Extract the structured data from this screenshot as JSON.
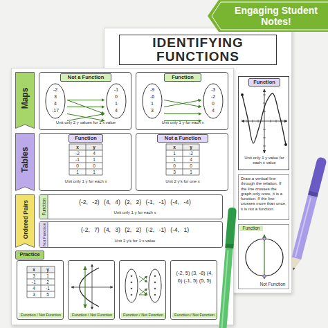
{
  "diagram": {
    "nodes": [
      {
        "text": [
          "Engaging Student Notes!"
        ]
      },
      {
        "text": [
          "IDENTIFYING FUNCTIONS"
        ]
      },
      {
        "text": [
          "Function",
          "Unit only 1 y value for each x value"
        ]
      },
      {
        "text": [
          "Draw a vertical line through the relation. If the line crosses the graph only once, it is a function. If the line crosses more than once, it is not a function."
        ]
      },
      {
        "text": [
          "Function",
          "Not Function"
        ]
      },
      {
        "text": [
          "Maps"
        ]
      },
      {
        "text": [
          "Not a Function",
          "Unit only 2 y values for 1 x value"
        ]
      },
      {
        "text": [
          "-2",
          "3",
          "4",
          "-17"
        ],
        "in": 6
      },
      {
        "text": [
          "-1",
          "0",
          "1",
          "4"
        ],
        "in": 6
      },
      {
        "text": [
          "Function",
          "Unit only 1 y for each x"
        ]
      },
      {
        "text": [
          "-9",
          "-6",
          "1",
          "3"
        ],
        "in": 9
      },
      {
        "text": [
          "-3",
          "-2",
          "0",
          "4"
        ],
        "in": 9
      },
      {
        "text": [
          "Tables"
        ]
      },
      {
        "text": [
          "Function",
          "Unit only 1 y for each x"
        ]
      },
      {
        "text": [
          "Not a Function",
          "Unit 2 y's for one x"
        ]
      },
      {
        "text": [
          "Ordered Pairs"
        ]
      },
      {
        "text": [
          "Function",
          "(-2, -2) (4, 4) (2, 2) (-1, -1) (-4, -4)",
          "Unit only 1 y for each x"
        ]
      },
      {
        "text": [
          "Not Function",
          "(-2, 7) (4, 3) (2, 2) (-2, -1) (-4, 1)",
          "Unit 2 y's for 1 x value"
        ]
      },
      {
        "text": [
          "Practice"
        ]
      },
      {
        "text": [
          "Function / Not Function"
        ]
      },
      {
        "text": [
          "Function / Not Function"
        ]
      },
      {
        "text": [
          "Function / Not Function"
        ]
      },
      {
        "text": [
          "(-2, 5) (3, -8) (4, 6) (-1, 5) (5, 5)",
          "Function / Not Function"
        ]
      }
    ],
    "labels": [
      "x",
      "y",
      "-2",
      "4",
      "-1",
      "1",
      "0",
      "0",
      "1",
      "1",
      "x",
      "y",
      "1",
      "-2",
      "1",
      "4",
      "0",
      "0",
      "3",
      "1",
      "x",
      "y",
      "3",
      "1",
      "-1",
      "2",
      "4",
      "-1",
      "3",
      "5"
    ]
  }
}
